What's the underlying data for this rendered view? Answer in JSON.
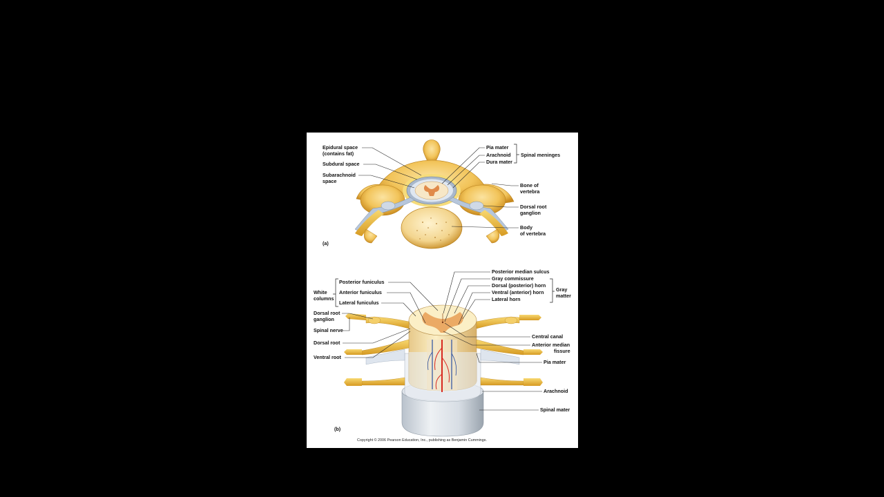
{
  "figure_a": {
    "panel_label": "(a)",
    "labels": {
      "epidural_1": "Epidural space",
      "epidural_2": "(contains fat)",
      "subdural": "Subdural space",
      "subarachnoid_1": "Subarachnoid",
      "subarachnoid_2": "space",
      "pia_mater": "Pia mater",
      "arachnoid": "Arachnoid",
      "dura_mater": "Dura mater",
      "spinal_meninges": "Spinal meninges",
      "bone_1": "Bone of",
      "bone_2": "vertebra",
      "drg_1": "Dorsal root",
      "drg_2": "ganglion",
      "body_1": "Body",
      "body_2": "of vertebra"
    }
  },
  "figure_b": {
    "panel_label": "(b)",
    "labels": {
      "posterior_funiculus": "Posterior funiculus",
      "anterior_funiculus": "Anterior funiculus",
      "lateral_funiculus": "Lateral funiculus",
      "white_1": "White",
      "white_2": "columns",
      "drg_1": "Dorsal root",
      "drg_2": "ganglion",
      "spinal_nerve": "Spinal nerve",
      "dorsal_root": "Dorsal root",
      "ventral_root": "Ventral root",
      "posterior_median_sulcus": "Posterior median sulcus",
      "gray_commissure": "Gray commissure",
      "dorsal_horn": "Dorsal (posterior) horn",
      "ventral_horn": "Ventral (anterior) horn",
      "lateral_horn": "Lateral horn",
      "gray_1": "Gray",
      "gray_2": "matter",
      "central_canal": "Central canal",
      "anterior_median_1": "Anterior median",
      "anterior_median_2": "fissure",
      "pia_mater": "Pia mater",
      "arachnoid": "Arachnoid",
      "spinal_mater": "Spinal mater"
    }
  },
  "copyright": "Copyright © 2006 Pearson Education, Inc., publishing as Benjamin Cummings.",
  "colors": {
    "page_bg": "#000000",
    "card_bg": "#ffffff",
    "bone": "#f2c45a",
    "bone_dark": "#c98a1e",
    "nerve": "#f0c040",
    "gray_matter": "#e9a25a",
    "white_matter": "#fbefc6",
    "meninges": "#c9d4e3",
    "artery": "#d8281f",
    "vein": "#2a4fa0"
  }
}
